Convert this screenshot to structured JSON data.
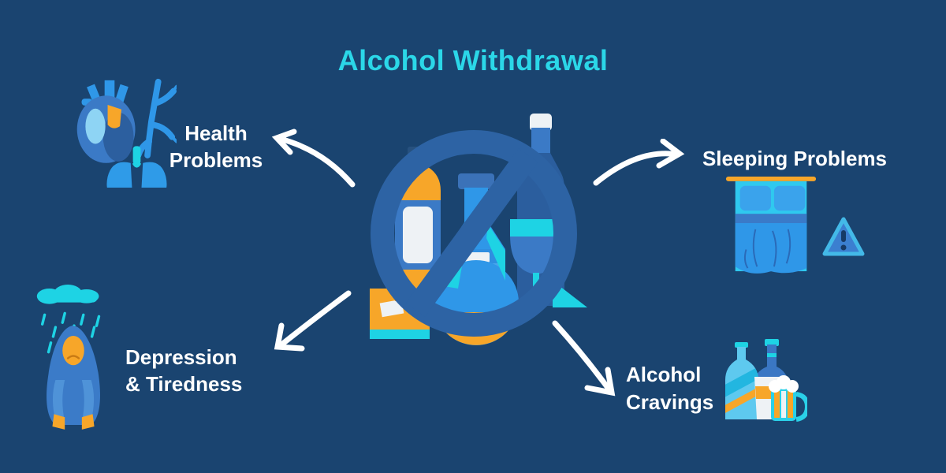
{
  "title": "Alcohol Withdrawal",
  "colors": {
    "background": "#1a4470",
    "title_text": "#2bd7e8",
    "label_text": "#ffffff",
    "arrow": "#ffffff",
    "prohibition_blue": "#2d63a4",
    "bright_blue": "#2f97e8",
    "medium_blue": "#3b7ac6",
    "cyan": "#1ed3e4",
    "orange": "#f7a629",
    "off_white": "#eef2f5"
  },
  "center": {
    "icon": "no-alcohol-prohibition-sign",
    "description_elements": [
      "bottles",
      "wine-glass",
      "flask",
      "crate",
      "prohibition-circle-slash"
    ]
  },
  "symptoms": [
    {
      "id": "health",
      "position": "top-left",
      "icon": "heart-lungs-veins-icon",
      "lines": [
        "Health",
        "Problems"
      ]
    },
    {
      "id": "sleeping",
      "position": "top-right",
      "icon": "bed-icon",
      "secondary_icon": "warning-triangle-icon",
      "lines": [
        "Sleeping Problems"
      ]
    },
    {
      "id": "depression",
      "position": "bottom-left",
      "icon": "sad-figure-rain-cloud-icon",
      "lines": [
        "Depression",
        "& Tiredness"
      ]
    },
    {
      "id": "cravings",
      "position": "bottom-right",
      "icon": "bottles-beer-mug-icon",
      "lines": [
        "Alcohol",
        "Cravings"
      ]
    }
  ]
}
